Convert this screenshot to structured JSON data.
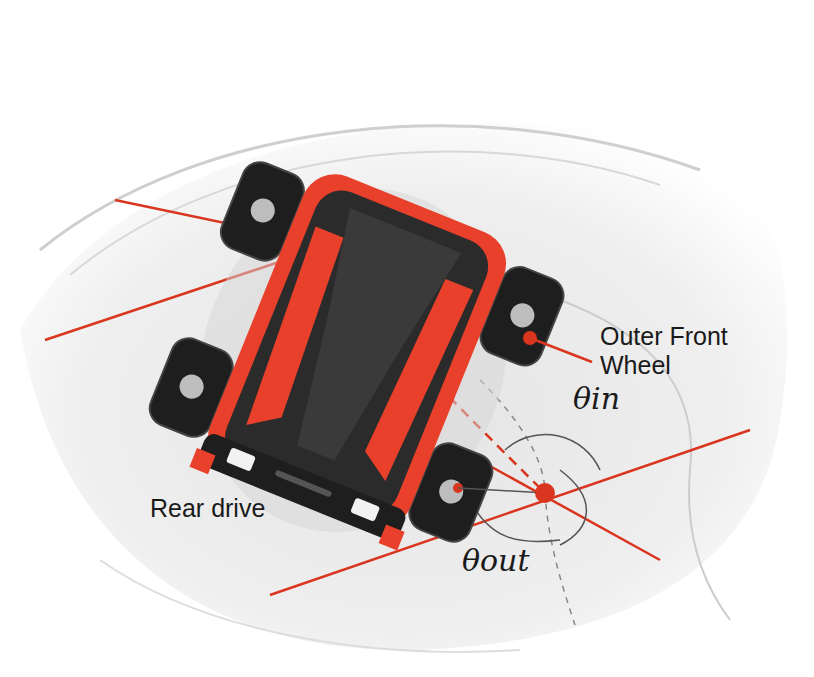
{
  "diagram": {
    "labels": [
      "Outer Front Wheel",
      "θin",
      "Rear drive",
      "θout"
    ]
  }
}
